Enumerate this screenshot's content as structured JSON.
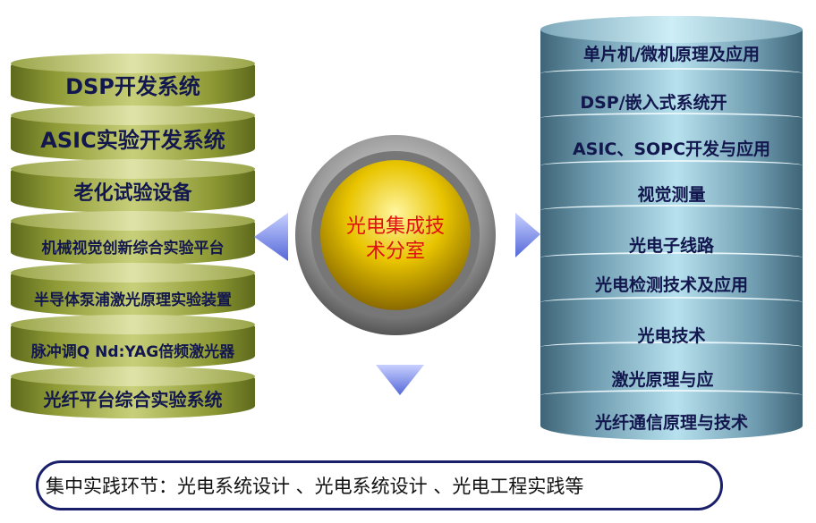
{
  "left_stack": [
    "DSP开发系统",
    "ASIC实验开发系统",
    "老化试验设备",
    "机械视觉创新综合实验平台",
    "半导体泵浦激光原理实验装置",
    "脉冲调Q Nd:YAG倍频激光器",
    "光纤平台综合实验系统"
  ],
  "center": {
    "line1": "光电集成技",
    "line2": "术分室"
  },
  "right_stack": [
    "单片机/微机原理及应用",
    "DSP/嵌入式系统开",
    "ASIC、SOPC开发与应用",
    "视觉测量",
    "光电子线路",
    "光电检测技术及应用",
    "光电技术",
    "激光原理与应",
    "光纤通信原理与技术"
  ],
  "footer": "集中实践环节：光电系统设计 、光电系统设计 、光电工程实践等",
  "colors": {
    "left": "#8e9a35",
    "right": "#6f9cb0",
    "center_text": "#e01010",
    "arrow": "#6f7fe0"
  }
}
